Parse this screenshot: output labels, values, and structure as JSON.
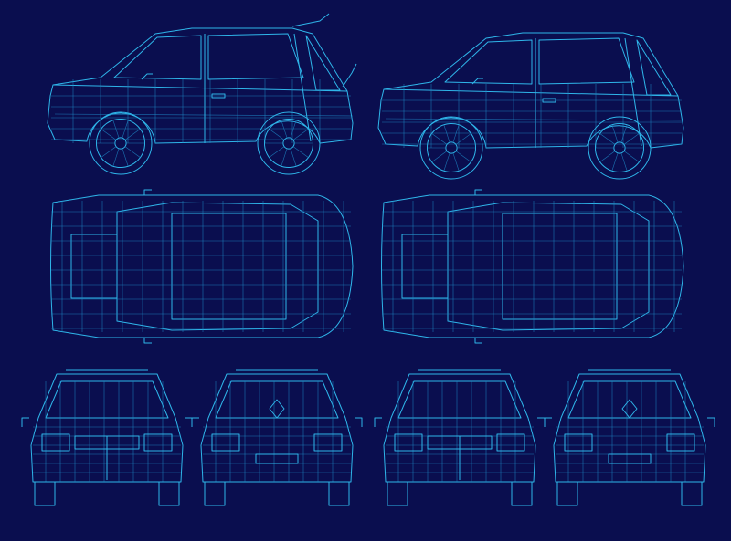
{
  "colors": {
    "background": "#0a0e4f",
    "line": "#2fb6ea",
    "line_dim": "#1f86c4"
  },
  "views": [
    {
      "name": "side-view-left",
      "kind": "side"
    },
    {
      "name": "side-view-right",
      "kind": "side"
    },
    {
      "name": "top-view-left",
      "kind": "top"
    },
    {
      "name": "top-view-right",
      "kind": "top"
    },
    {
      "name": "front-view-1",
      "kind": "front"
    },
    {
      "name": "rear-view-1",
      "kind": "rear"
    },
    {
      "name": "front-view-2",
      "kind": "front"
    },
    {
      "name": "rear-view-2",
      "kind": "rear"
    }
  ]
}
